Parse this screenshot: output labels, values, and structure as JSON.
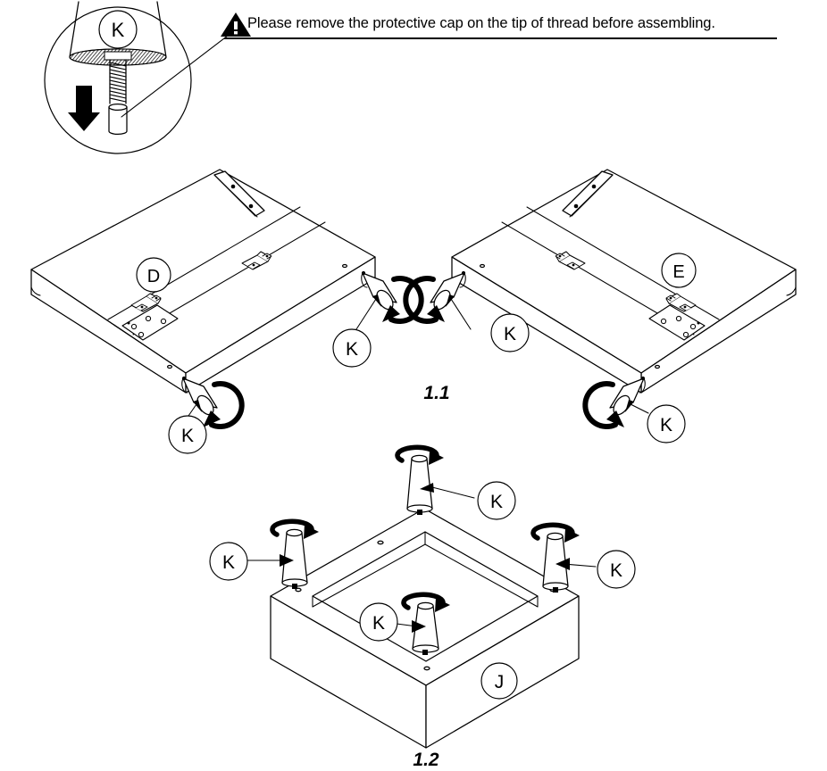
{
  "document": {
    "type": "furniture-assembly-instruction",
    "background_color": "#ffffff",
    "line_color": "#000000"
  },
  "warning": {
    "icon": "warning-triangle-icon",
    "text": "Please remove the protective cap on the tip of thread before assembling.",
    "underlined": true
  },
  "detail_callout": {
    "name": "protective-cap-detail",
    "part_label": "K",
    "arrow_direction": "down",
    "elements": [
      "tapered-leg",
      "hatched-base-disc",
      "threaded-bolt",
      "protective-cap",
      "down-arrow"
    ]
  },
  "steps": [
    {
      "id": "step-1-1",
      "label": "1.1",
      "panels": [
        {
          "name": "panel-d",
          "label": "D",
          "legs": [
            {
              "label": "K",
              "position": "front-left"
            },
            {
              "label": "K",
              "position": "front-right"
            }
          ]
        },
        {
          "name": "panel-e",
          "label": "E",
          "legs": [
            {
              "label": "K",
              "position": "front-left"
            },
            {
              "label": "K",
              "position": "front-right"
            }
          ]
        }
      ]
    },
    {
      "id": "step-1-2",
      "label": "1.2",
      "panels": [
        {
          "name": "frame-j",
          "label": "J",
          "legs": [
            {
              "label": "K",
              "position": "back"
            },
            {
              "label": "K",
              "position": "left"
            },
            {
              "label": "K",
              "position": "right"
            },
            {
              "label": "K",
              "position": "front"
            }
          ]
        }
      ]
    }
  ],
  "labels": {
    "part_k": "K",
    "part_d": "D",
    "part_e": "E",
    "part_j": "J",
    "step_1_1": "1.1",
    "step_1_2": "1.2"
  }
}
